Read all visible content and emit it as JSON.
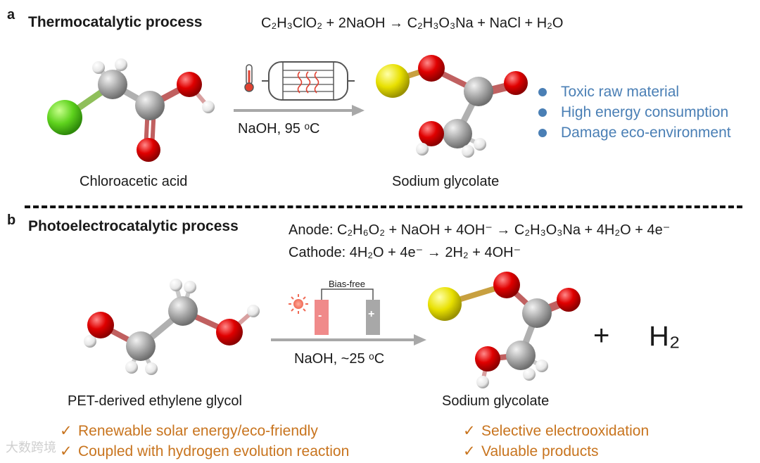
{
  "panel_a": {
    "letter": "a",
    "title": "Thermocatalytic process",
    "equation": {
      "reactant": "C2H3ClO2",
      "sub_note": "",
      "text": "C₂H₃ClO₂ + 2NaOH → C₂H₃O₃Na + NaCl + H₂O"
    },
    "reactant_label": "Chloroacetic acid",
    "condition": "NaOH, 95 ᵒC",
    "product_label": "Sodium glycolate",
    "drawbacks": [
      "Toxic raw material",
      "High energy consumption",
      "Damage eco-environment"
    ]
  },
  "panel_b": {
    "letter": "b",
    "title": "Photoelectrocatalytic process",
    "anode": "Anode: C₂H₆O₂ + NaOH + 4OH⁻ → C₂H₃O₃Na + 4H₂O + 4e⁻",
    "cathode": "Cathode: 4H₂O + 4e⁻ → 2H₂ + 4OH⁻",
    "bias_label": "Bias-free",
    "electrode_minus": "-",
    "electrode_plus": "+",
    "condition": "NaOH, ~25 ᵒC",
    "reactant_label": "PET-derived ethylene glycol",
    "product_label": "Sodium glycolate",
    "plus_sign": "+",
    "coproduct": "H₂",
    "advantages_left": [
      "Renewable solar energy/eco-friendly",
      "Coupled with hydrogen evolution reaction"
    ],
    "advantages_right": [
      "Selective electrooxidation",
      "Valuable products"
    ],
    "check_mark": "✓"
  },
  "watermark": "大数跨境",
  "colors": {
    "blue": "#4a7fb5",
    "orange": "#c8741e",
    "oxygen": "#d90000",
    "carbon": "#9a9a9a",
    "chlorine": "#5fd21e",
    "sodium": "#e6e000",
    "hydrogen": "#ffffff"
  }
}
